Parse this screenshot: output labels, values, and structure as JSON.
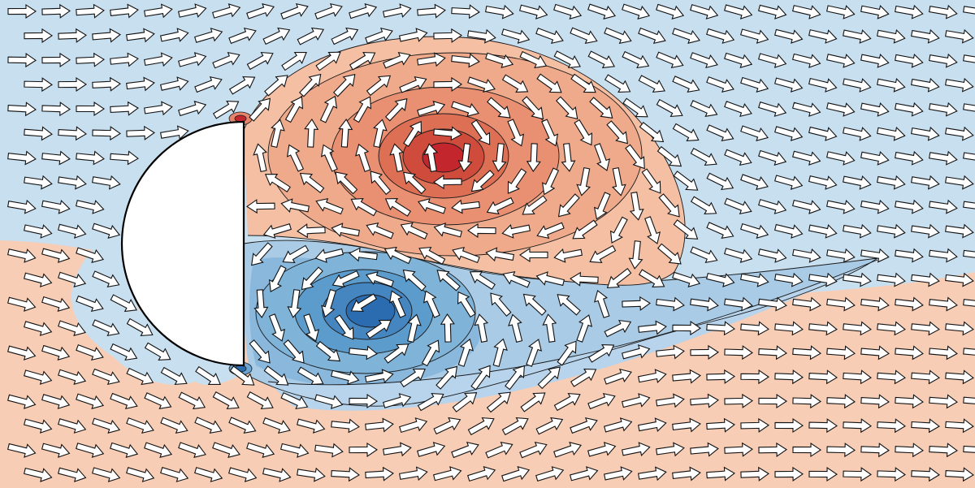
{
  "figure": {
    "kind": "vorticity contour plot with velocity vector overlay",
    "colormap": {
      "negative_strong": "#2b6cb0",
      "negative_mid": "#7fb3d8",
      "negative_weak": "#c8dff0",
      "positive_weak": "#f7cdb5",
      "positive_mid": "#ec9b7f",
      "positive_strong": "#c3272d"
    },
    "body": {
      "shape": "half-disk",
      "fill": "#ffffff",
      "stroke": "#000000"
    },
    "vortices": [
      {
        "name": "upper-vortex",
        "sign": "positive",
        "rotation": "clockwise"
      },
      {
        "name": "lower-vortex",
        "sign": "negative",
        "rotation": "counterclockwise"
      }
    ],
    "freestream_direction": "left-to-right",
    "arrow_style": {
      "fill": "#ffffff",
      "stroke": "#111111"
    }
  }
}
